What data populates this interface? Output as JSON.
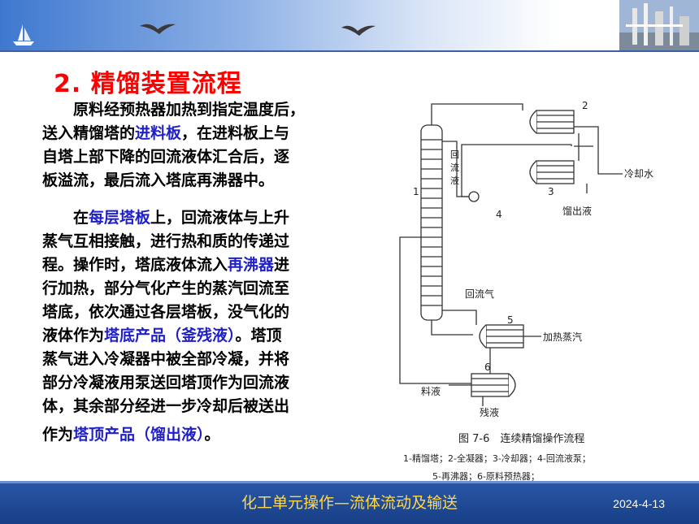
{
  "title": "2. 精馏装置流程",
  "paragraph1": {
    "line1": "原料经预热器加热到指定温度后，",
    "line2a": "送入精馏塔的",
    "line2b": "进料板",
    "line2c": "，在进料板上与",
    "line3": "自塔上部下降的回流液体汇合后，逐",
    "line4": "板溢流，最后流入塔底再沸器中。"
  },
  "paragraph2": {
    "line1a": "在",
    "line1b": "每层塔板",
    "line1c": "上，回流液体与上升",
    "line2": "蒸气互相接触，进行热和质的传递过",
    "line3a": "程。操作时，塔底液体流入",
    "line3b": "再沸器",
    "line3c": "进",
    "line4": "行加热，部分气化产生的蒸汽回流至",
    "line5": "塔底，依次通过各层塔板，没气化的",
    "line6a": "液体作为",
    "line6b": "塔底产品（釜残液）",
    "line6c": "。塔顶",
    "line7": "蒸气进入冷凝器中被全部冷凝，并将",
    "line8": "部分冷凝液用泵送回塔顶作为回流液",
    "line9": "体，其余部分经进一步冷却后被送出",
    "line10a": "作为",
    "line10b": "塔顶产品（馏出液）",
    "line10c": "。"
  },
  "figure": {
    "labels": {
      "n1": "1",
      "n2": "2",
      "n3": "3",
      "n4": "4",
      "n5": "5",
      "n6": "6",
      "reflux_liquid_1": "回",
      "reflux_liquid_2": "流",
      "reflux_liquid_3": "液",
      "cooling_water": "冷却水",
      "distillate": "馏出液",
      "reflux_vapor": "回流气",
      "heating_steam": "加热蒸汽",
      "feed": "料液",
      "residue": "残液"
    },
    "caption": "图 7-6　连续精馏操作流程",
    "legend1": "1-精馏塔；2-全凝器；3-冷却器；4-回流液泵；",
    "legend2": "5-再沸器；6-原料预热器；"
  },
  "footer": {
    "title": "化工单元操作—流体流动及输送",
    "date": "2024-4-13"
  },
  "colors": {
    "title": "#ff0000",
    "highlight": "#1f1fc8",
    "footer_bg": "#1f4a96",
    "footer_text": "#ffd84a"
  }
}
